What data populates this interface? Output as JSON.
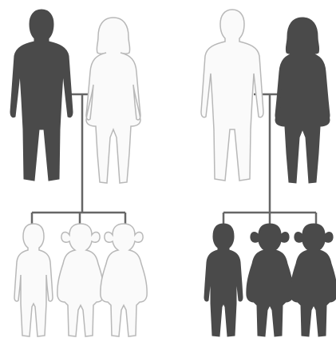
{
  "colors": {
    "dark_fill": "#4a4a4a",
    "light_fill": "#fafafa",
    "outline": "#b8b8b8",
    "connector": "#666666",
    "background": "#ffffff"
  },
  "families": [
    {
      "name": "left-family",
      "parents": [
        {
          "role": "father",
          "shaded": true
        },
        {
          "role": "mother",
          "shaded": false
        }
      ],
      "children": [
        {
          "role": "boy",
          "shaded": false
        },
        {
          "role": "girl",
          "shaded": false
        },
        {
          "role": "girl",
          "shaded": false
        }
      ]
    },
    {
      "name": "right-family",
      "parents": [
        {
          "role": "father",
          "shaded": false
        },
        {
          "role": "mother",
          "shaded": true
        }
      ],
      "children": [
        {
          "role": "boy",
          "shaded": true
        },
        {
          "role": "girl",
          "shaded": true
        },
        {
          "role": "girl",
          "shaded": true
        }
      ]
    }
  ]
}
